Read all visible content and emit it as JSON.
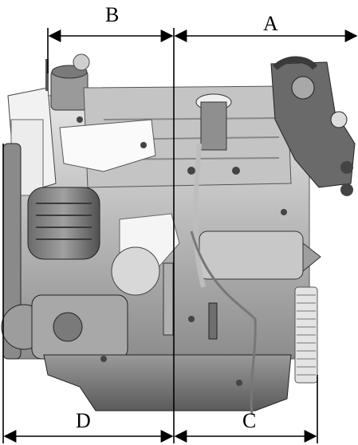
{
  "dimensions": {
    "a": "A",
    "b": "B",
    "c": "C",
    "d": "D"
  },
  "colors": {
    "engine_light": "#d9d9d9",
    "engine_mid": "#a6a6a6",
    "engine_dark": "#595959",
    "line": "#000000"
  },
  "subject": "engine-side-view"
}
